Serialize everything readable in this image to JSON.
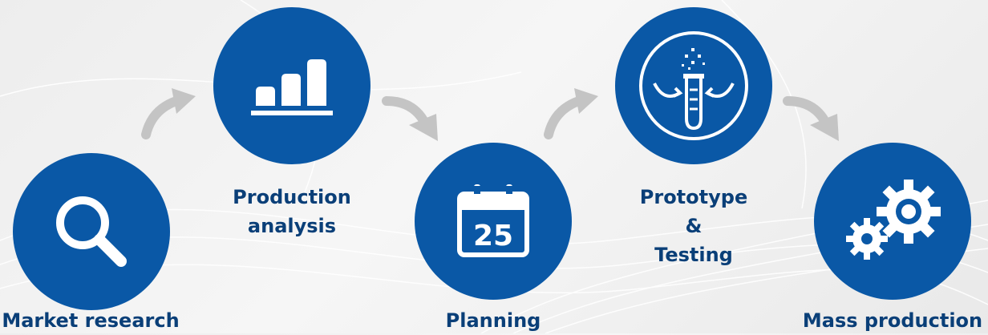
{
  "steps": [
    {
      "id": "market-research",
      "label": "Market research",
      "icon": "magnifier-icon"
    },
    {
      "id": "production-analysis",
      "label_line1": "Production",
      "label_line2": "analysis",
      "icon": "bar-chart-icon"
    },
    {
      "id": "planning",
      "label": "Planning",
      "icon": "calendar-icon",
      "calendar_day": "25"
    },
    {
      "id": "prototype-testing",
      "label_line1": "Prototype",
      "label_line2": "&",
      "label_line3": "Testing",
      "icon": "test-tube-icon"
    },
    {
      "id": "mass-production",
      "label": "Mass production",
      "icon": "gears-icon"
    }
  ],
  "colors": {
    "circle": "#0a58a6",
    "label": "#0a3f78",
    "arrow": "#c4c4c4",
    "background": "#efefef"
  }
}
